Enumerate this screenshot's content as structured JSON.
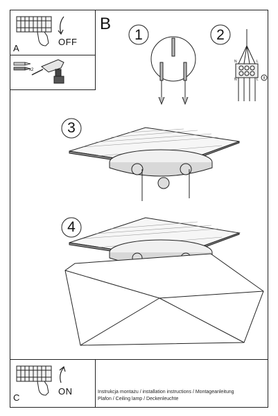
{
  "panels": {
    "a": {
      "letter": "A",
      "switch_label": "OFF"
    },
    "b": {
      "letter": "B"
    },
    "c": {
      "letter": "C",
      "switch_label": "ON"
    }
  },
  "tools": {
    "multiplier": "x2"
  },
  "steps": [
    "1",
    "2",
    "3",
    "4"
  ],
  "wiring": {
    "terminal_labels": [
      "N",
      "L",
      "N",
      "L"
    ]
  },
  "caption": {
    "line1": "Instrukcja montażu / installation instructions / Montageanleitung",
    "line2": "Plafon / Ceiling lamp / Deckenleuchte"
  }
}
